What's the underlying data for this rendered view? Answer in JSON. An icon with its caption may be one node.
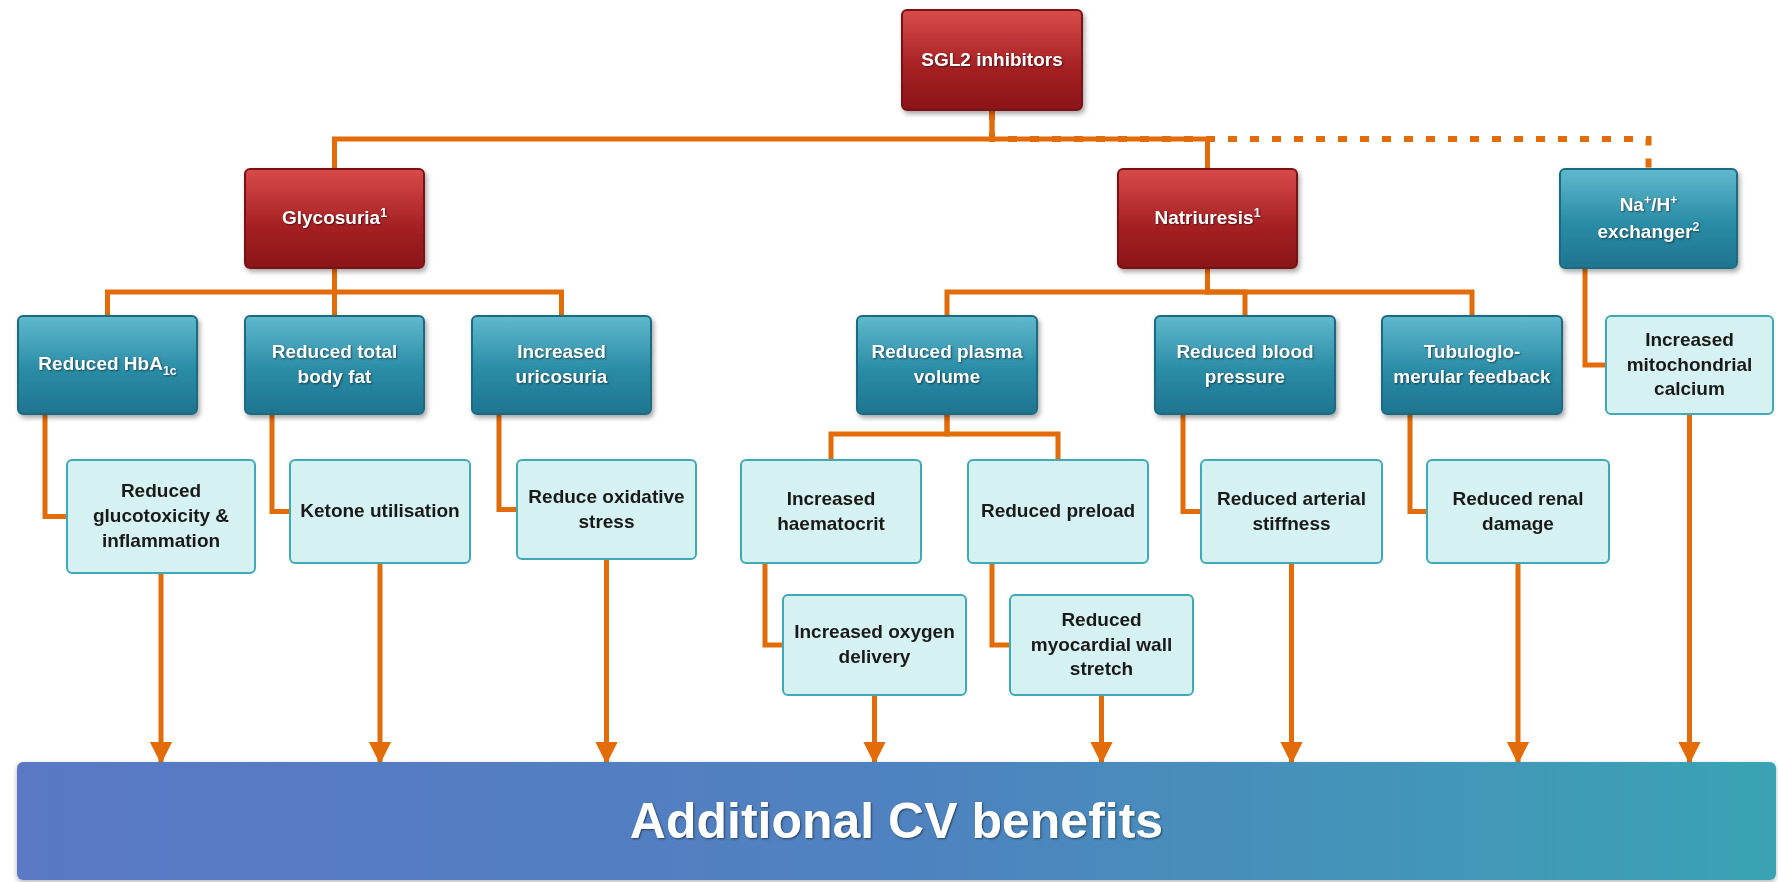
{
  "diagram": {
    "nodes": [
      {
        "text": [
          "SGL2 inhibitors"
        ]
      },
      {
        "text": [
          "Glycosuria$^{1}$"
        ]
      },
      {
        "text": [
          "Natriuresis$^{1}$"
        ]
      },
      {
        "text": [
          "Na$^{+}$/H$^{+}$ exchanger$^{2}$"
        ]
      },
      {
        "text": [
          "Reduced HbA$_{1c}$"
        ]
      },
      {
        "text": [
          "Reduced total body fat"
        ]
      },
      {
        "text": [
          "Increased uricosuria"
        ]
      },
      {
        "text": [
          "Reduced plasma volume"
        ]
      },
      {
        "text": [
          "Reduced blood pressure"
        ]
      },
      {
        "text": [
          "Tubuloglo- merular feedback"
        ]
      },
      {
        "text": [
          "Increased mitochondrial calcium"
        ]
      },
      {
        "text": [
          "Reduced glucotoxicity & inflammation"
        ]
      },
      {
        "text": [
          "Ketone utilisation"
        ]
      },
      {
        "text": [
          "Reduce oxidative stress"
        ]
      },
      {
        "text": [
          "Increased haematocrit"
        ]
      },
      {
        "text": [
          "Reduced preload"
        ]
      },
      {
        "text": [
          "Reduced arterial stiffness"
        ]
      },
      {
        "text": [
          "Reduced renal damage"
        ]
      },
      {
        "text": [
          "Increased oxygen delivery"
        ]
      },
      {
        "text": [
          "Reduced myocardial wall stretch"
        ]
      },
      {
        "text": [
          "Additional CV benefits"
        ]
      }
    ],
    "edges": [
      {
        "from": 0,
        "to": 1,
        "arrow": "none"
      },
      {
        "from": 0,
        "to": 2,
        "arrow": "none"
      },
      {
        "from": 0,
        "to": 3,
        "arrow": "none",
        "style": "dashed"
      },
      {
        "from": 1,
        "to": 4,
        "arrow": "none"
      },
      {
        "from": 1,
        "to": 5,
        "arrow": "none"
      },
      {
        "from": 1,
        "to": 6,
        "arrow": "none"
      },
      {
        "from": 2,
        "to": 7,
        "arrow": "none"
      },
      {
        "from": 2,
        "to": 8,
        "arrow": "none"
      },
      {
        "from": 2,
        "to": 9,
        "arrow": "none"
      },
      {
        "from": 3,
        "to": 10,
        "arrow": "none"
      },
      {
        "from": 4,
        "to": 11,
        "arrow": "none"
      },
      {
        "from": 5,
        "to": 12,
        "arrow": "none"
      },
      {
        "from": 6,
        "to": 13,
        "arrow": "none"
      },
      {
        "from": 7,
        "to": 14,
        "arrow": "none"
      },
      {
        "from": 7,
        "to": 15,
        "arrow": "none"
      },
      {
        "from": 8,
        "to": 16,
        "arrow": "none"
      },
      {
        "from": 9,
        "to": 17,
        "arrow": "none"
      },
      {
        "from": 14,
        "to": 18,
        "arrow": "none"
      },
      {
        "from": 15,
        "to": 19,
        "arrow": "none"
      },
      {
        "from": 11,
        "to": 20,
        "arrow": "to"
      },
      {
        "from": 12,
        "to": 20,
        "arrow": "to"
      },
      {
        "from": 13,
        "to": 20,
        "arrow": "to"
      },
      {
        "from": 18,
        "to": 20,
        "arrow": "to"
      },
      {
        "from": 19,
        "to": 20,
        "arrow": "to"
      },
      {
        "from": 16,
        "to": 20,
        "arrow": "to"
      },
      {
        "from": 17,
        "to": 20,
        "arrow": "to"
      },
      {
        "from": 10,
        "to": 20,
        "arrow": "to"
      }
    ]
  }
}
